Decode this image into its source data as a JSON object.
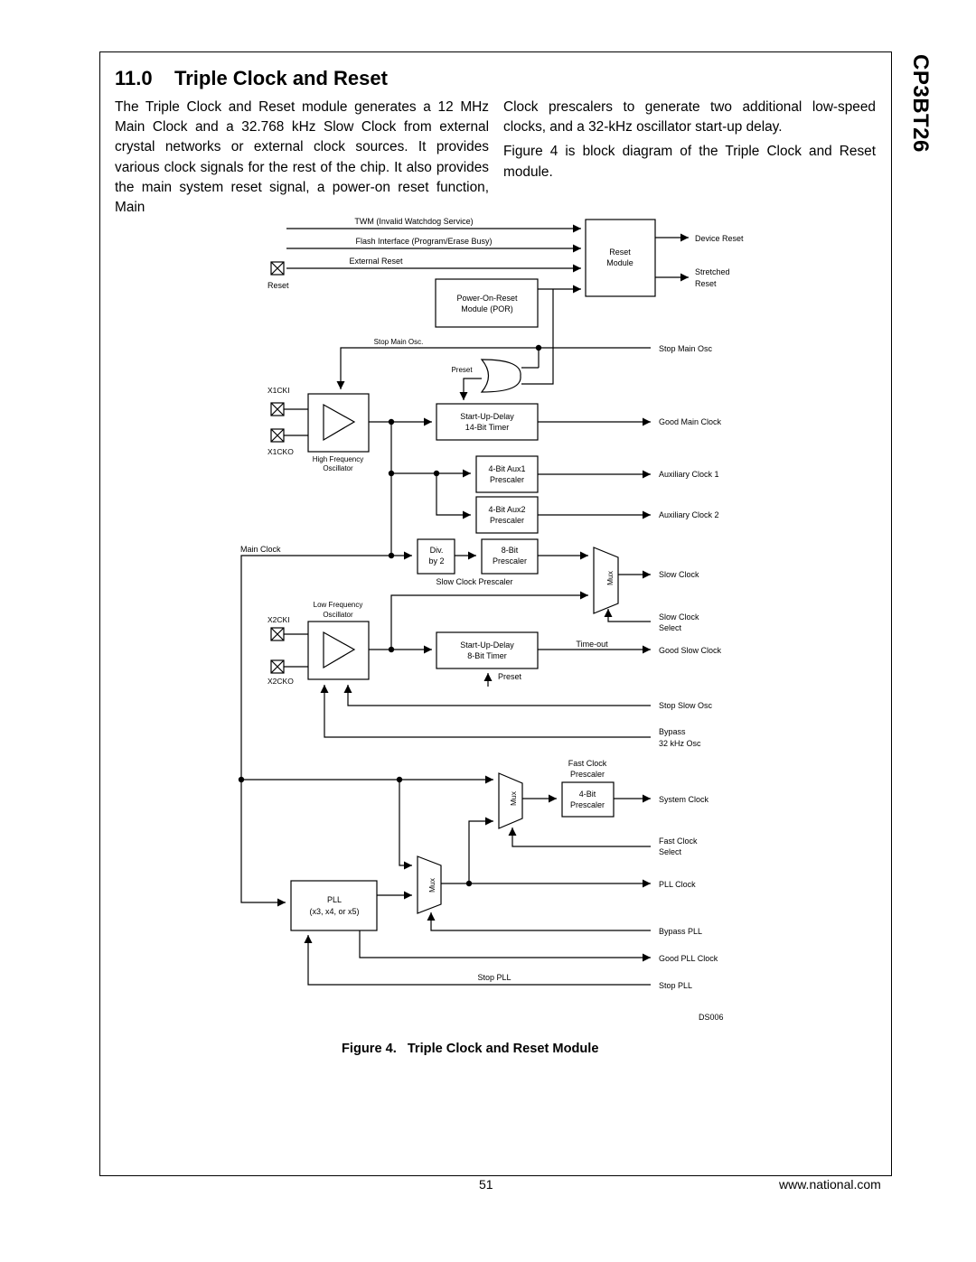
{
  "side_title": "CP3BT26",
  "section": {
    "number": "11.0",
    "title": "Triple Clock and Reset"
  },
  "body": {
    "col1": "The Triple Clock and Reset module generates a 12 MHz Main Clock and a 32.768 kHz Slow Clock from external crystal networks or external clock sources. It provides various clock signals for the rest of the chip. It also provides the main system reset signal, a power-on reset function, Main",
    "col2_p1": "Clock prescalers to generate two additional low-speed clocks, and a 32-kHz oscillator start-up delay.",
    "col2_p2": "Figure 4 is block diagram of the Triple Clock and Reset module."
  },
  "diagram": {
    "twm": "TWM (Invalid Watchdog Service)",
    "flash": "Flash Interface (Program/Erase Busy)",
    "ext_reset": "External Reset",
    "reset_pin": "Reset",
    "reset_module_1": "Reset",
    "reset_module_2": "Module",
    "device_reset": "Device Reset",
    "stretched_1": "Stretched",
    "stretched_2": "Reset",
    "por_1": "Power-On-Reset",
    "por_2": "Module (POR)",
    "stop_main_osc_in": "Stop Main Osc.",
    "stop_main_osc_out": "Stop Main Osc",
    "preset_top": "Preset",
    "x1cki": "X1CKI",
    "x1cko": "X1CKO",
    "hf_osc_1": "High Frequency",
    "hf_osc_2": "Oscillator",
    "sud14_1": "Start-Up-Delay",
    "sud14_2": "14-Bit Timer",
    "good_main_clock": "Good Main Clock",
    "aux1_1": "4-Bit Aux1",
    "aux1_2": "Prescaler",
    "aux_clock_1": "Auxiliary Clock 1",
    "aux2_1": "4-Bit Aux2",
    "aux2_2": "Prescaler",
    "aux_clock_2": "Auxiliary Clock 2",
    "main_clock": "Main Clock",
    "div_1": "Div.",
    "div_2": "by 2",
    "pre8_1": "8-Bit",
    "pre8_2": "Prescaler",
    "slow_clock_prescaler": "Slow Clock Prescaler",
    "mux": "Mux",
    "slow_clock": "Slow Clock",
    "slow_select_1": "Slow Clock",
    "slow_select_2": "Select",
    "lf_osc_1": "Low Frequency",
    "lf_osc_2": "Oscillator",
    "x2cki": "X2CKI",
    "x2cko": "X2CKO",
    "sud8_1": "Start-Up-Delay",
    "sud8_2": "8-Bit Timer",
    "timeout": "Time-out",
    "good_slow_clock": "Good Slow Clock",
    "preset_bottom": "Preset",
    "stop_slow_osc": "Stop Slow Osc",
    "bypass_1": "Bypass",
    "bypass_2": "32 kHz Osc",
    "fast_pre_title_1": "Fast Clock",
    "fast_pre_title_2": "Prescaler",
    "fast_pre_1": "4-Bit",
    "fast_pre_2": "Prescaler",
    "system_clock": "System Clock",
    "fast_select_1": "Fast Clock",
    "fast_select_2": "Select",
    "pll_1": "PLL",
    "pll_2": "(x3, x4, or x5)",
    "pll_clock": "PLL Clock",
    "bypass_pll": "Bypass PLL",
    "good_pll_clock": "Good PLL Clock",
    "stop_pll_in": "Stop PLL",
    "stop_pll_out": "Stop PLL",
    "ds": "DS006"
  },
  "caption": {
    "prefix": "Figure 4.",
    "title": "Triple Clock and Reset Module"
  },
  "footer": {
    "page": "51",
    "url": "www.national.com"
  }
}
